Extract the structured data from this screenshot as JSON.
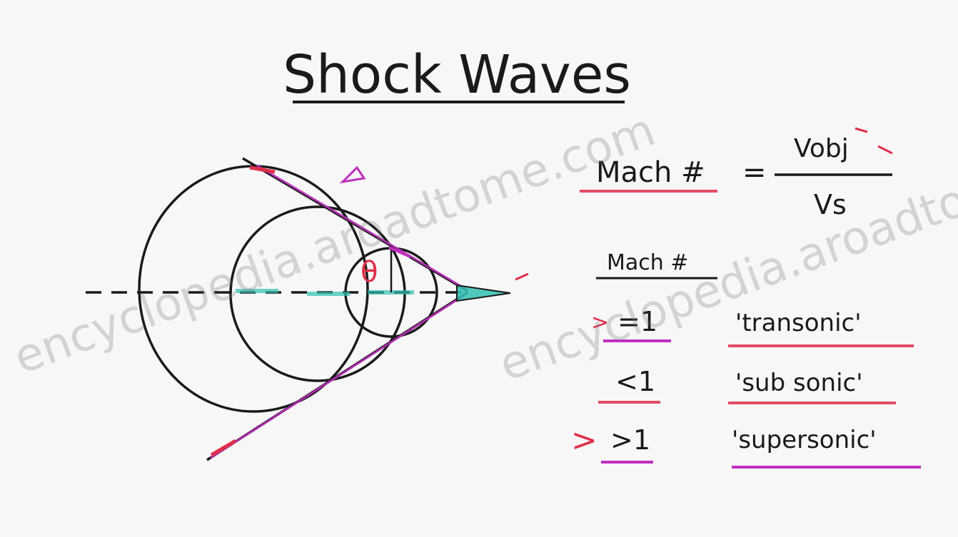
{
  "title": "Shock Waves",
  "formula": {
    "lhs": "Mach #",
    "equals": "=",
    "numerator": "Vobj",
    "denominator": "Vs"
  },
  "table": {
    "header": "Mach #",
    "rows": [
      {
        "value": "=1",
        "label": "'transonic'"
      },
      {
        "value": "<1",
        "label": "'sub sonic'"
      },
      {
        "value": ">1",
        "label": "'supersonic'"
      }
    ]
  },
  "diagram_labels": {
    "angle": "θ"
  },
  "watermark": "encyclopedia.aroadtome.com",
  "colors": {
    "ink": "#1a1a1a",
    "red": "#e0304a",
    "magenta": "#c030c0",
    "cyan": "#30c0b0",
    "background": "#f7f7f7"
  }
}
